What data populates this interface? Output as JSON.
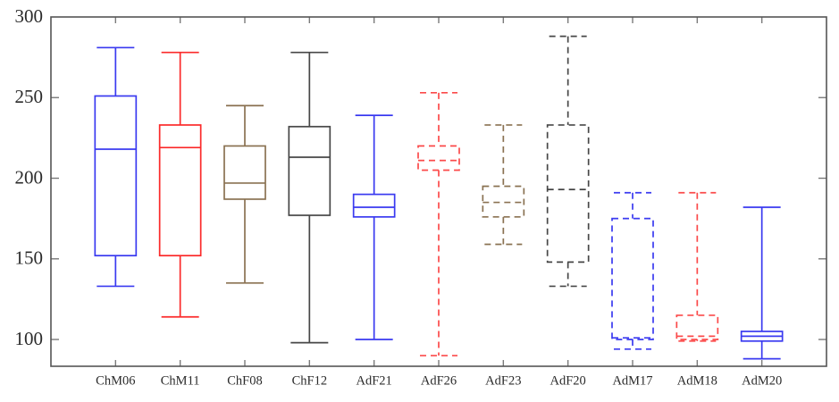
{
  "chart_data": {
    "type": "box",
    "title": "",
    "xlabel": "",
    "ylabel": "",
    "ylim": [
      78,
      300
    ],
    "yticks": [
      100,
      150,
      200,
      250,
      300
    ],
    "grid": false,
    "legend": "none",
    "categories": [
      "ChM06",
      "ChM11",
      "ChF08",
      "ChF12",
      "AdF21",
      "AdF26",
      "AdF23",
      "AdF20",
      "AdM17",
      "AdM18",
      "AdM20"
    ],
    "boxes": [
      {
        "label": "ChM06",
        "color": "#3a3af0",
        "linestyle": "solid",
        "whisker_low": 133,
        "q1": 152,
        "median": 218,
        "q3": 251,
        "whisker_high": 281
      },
      {
        "label": "ChM11",
        "color": "#fb2a2a",
        "linestyle": "solid",
        "whisker_low": 114,
        "q1": 152,
        "median": 219,
        "q3": 233,
        "whisker_high": 278
      },
      {
        "label": "ChF08",
        "color": "#8a7252",
        "linestyle": "solid",
        "whisker_low": 135,
        "q1": 187,
        "median": 197,
        "q3": 220,
        "whisker_high": 245
      },
      {
        "label": "ChF12",
        "color": "#474747",
        "linestyle": "solid",
        "whisker_low": 98,
        "q1": 177,
        "median": 213,
        "q3": 232,
        "whisker_high": 278
      },
      {
        "label": "AdF21",
        "color": "#3a3af0",
        "linestyle": "solid",
        "whisker_low": 100,
        "q1": 176,
        "median": 182,
        "q3": 190,
        "whisker_high": 239
      },
      {
        "label": "AdF26",
        "color": "#fb4a4a",
        "linestyle": "dashed",
        "whisker_low": 90,
        "q1": 205,
        "median": 211,
        "q3": 220,
        "whisker_high": 253
      },
      {
        "label": "AdF23",
        "color": "#8a7252",
        "linestyle": "dashed",
        "whisker_low": 159,
        "q1": 176,
        "median": 185,
        "q3": 195,
        "whisker_high": 233
      },
      {
        "label": "AdF20",
        "color": "#474747",
        "linestyle": "dashed",
        "whisker_low": 133,
        "q1": 148,
        "median": 193,
        "q3": 233,
        "whisker_high": 288
      },
      {
        "label": "AdM17",
        "color": "#3a3af0",
        "linestyle": "dashed",
        "whisker_low": 94,
        "q1": 100,
        "median": 101,
        "q3": 175,
        "whisker_high": 191
      },
      {
        "label": "AdM18",
        "color": "#fb4a4a",
        "linestyle": "dashed",
        "whisker_low": 99,
        "q1": 100,
        "median": 102,
        "q3": 115,
        "whisker_high": 191
      },
      {
        "label": "AdM20",
        "color": "#3a3af0",
        "linestyle": "solid",
        "whisker_low": 88,
        "q1": 99,
        "median": 102,
        "q3": 105,
        "whisker_high": 182
      }
    ]
  },
  "axis": {
    "frame_color": "#555555",
    "tick_color": "#7a7a7a",
    "label_color": "#2b2b2b"
  }
}
